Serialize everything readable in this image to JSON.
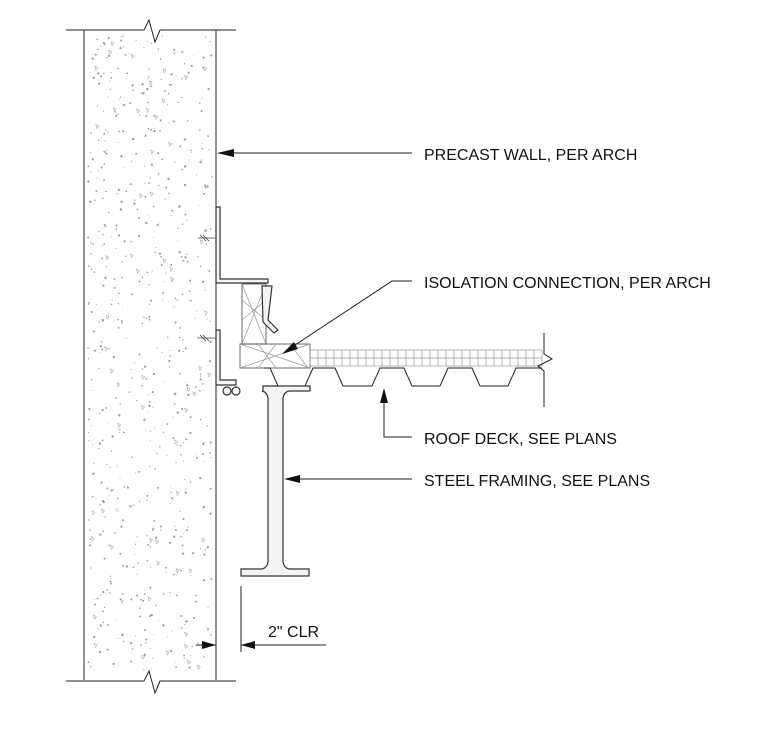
{
  "detail": {
    "callouts": {
      "precast_wall": "PRECAST WALL, PER ARCH",
      "isolation_connection": "ISOLATION CONNECTION, PER ARCH",
      "roof_deck": "ROOF DECK, SEE PLANS",
      "steel_framing": "STEEL FRAMING, SEE PLANS"
    },
    "dimension": {
      "clearance_label": "2\" CLR"
    }
  }
}
